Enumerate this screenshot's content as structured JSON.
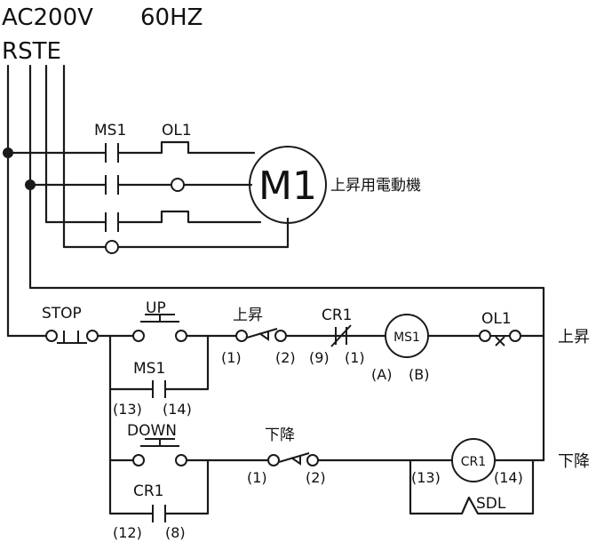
{
  "header": {
    "supply": "AC200V",
    "frequency": "60HZ",
    "lines": "RSTE"
  },
  "power_circuit": {
    "contactor": "MS1",
    "overload": "OL1",
    "motor": "M1",
    "motor_desc": "上昇用電動機"
  },
  "control_circuit": {
    "stop": "STOP",
    "up": "UP",
    "up_limit": "上昇",
    "up_limit_t1": "(1)",
    "up_limit_t2": "(2)",
    "cr1_nc": "CR1",
    "cr1_nc_t1": "(9)",
    "cr1_nc_t2": "(1)",
    "ms1_coil": "MS1",
    "ms1_coil_a": "(A)",
    "ms1_coil_b": "(B)",
    "ol1_contact": "OL1",
    "rung1_label": "上昇",
    "ms1_aux": "MS1",
    "ms1_aux_t1": "(13)",
    "ms1_aux_t2": "(14)",
    "down": "DOWN",
    "down_limit": "下降",
    "down_limit_t1": "(1)",
    "down_limit_t2": "(2)",
    "cr1_coil": "CR1",
    "cr1_coil_t1": "(13)",
    "cr1_coil_t2": "(14)",
    "sdl": "SDL",
    "rung2_label": "下降",
    "cr1_aux": "CR1",
    "cr1_aux_t1": "(12)",
    "cr1_aux_t2": "(8)"
  },
  "colors": {
    "ink": "#1a1a1a",
    "background": "#ffffff"
  }
}
